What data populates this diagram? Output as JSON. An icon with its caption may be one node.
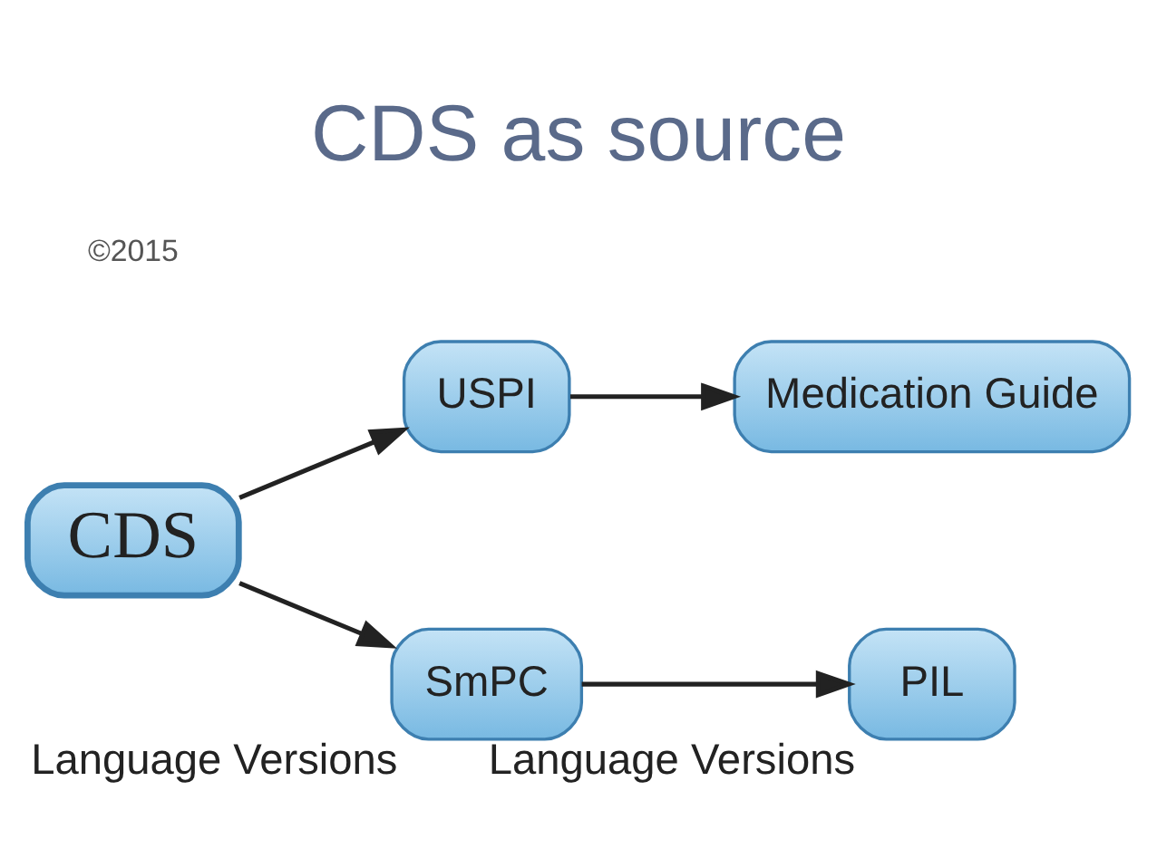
{
  "diagram": {
    "title": "CDS as source",
    "nodes": [
      {
        "text": [
          "CDS"
        ]
      },
      {
        "text": [
          "USPI"
        ]
      },
      {
        "text": [
          "Medication Guide"
        ]
      },
      {
        "text": [
          "SmPC"
        ],
        "beside": [
          "Language Versions"
        ]
      },
      {
        "text": [
          "PIL"
        ],
        "beside": [
          "Language Versions"
        ]
      }
    ],
    "edges": [
      {
        "from": 0,
        "to": 1,
        "arrow": "to"
      },
      {
        "from": 0,
        "to": 3,
        "arrow": "to"
      },
      {
        "from": 1,
        "to": 2,
        "arrow": "to"
      },
      {
        "from": 3,
        "to": 4,
        "arrow": "to"
      }
    ],
    "labels": [
      "©2015"
    ]
  }
}
